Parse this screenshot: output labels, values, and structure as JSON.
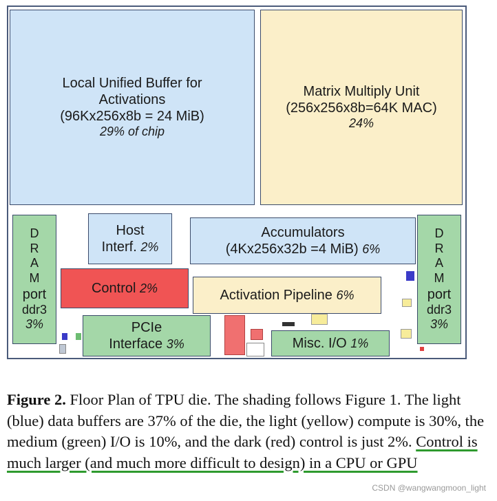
{
  "floorplan": {
    "unified_buffer": {
      "line1": "Local Unified Buffer for",
      "line2": "Activations",
      "line3": "(96Kx256x8b = 24 MiB)",
      "pct": "29% of chip"
    },
    "matrix_unit": {
      "line1": "Matrix Multiply Unit",
      "line2": "(256x256x8b=64K MAC)",
      "pct": "24%"
    },
    "dram_left": {
      "letters": [
        "D",
        "R",
        "A",
        "M"
      ],
      "port": "port",
      "ddr": "ddr3",
      "pct": "3%"
    },
    "dram_right": {
      "letters": [
        "D",
        "R",
        "A",
        "M"
      ],
      "port": "port",
      "ddr": "ddr3",
      "pct": "3%"
    },
    "host": {
      "line1": "Host",
      "line2": "Interf.",
      "pct": "2%"
    },
    "accumulators": {
      "line1": "Accumulators",
      "line2": "(4Kx256x32b =4 MiB)",
      "pct": "6%"
    },
    "control": {
      "label": "Control",
      "pct": "2%"
    },
    "activation": {
      "label": "Activation Pipeline",
      "pct": "6%"
    },
    "pcie": {
      "line1": "PCIe",
      "line2": "Interface",
      "pct": "3%"
    },
    "misc": {
      "label": "Misc. I/O",
      "pct": "1%"
    }
  },
  "caption": {
    "figure_label": "Figure 2.",
    "text_plain": " Floor Plan of TPU die. The shading follows Figure 1. The light (blue) data buffers are 37% of the die, the light (yellow) compute is 30%,  the medium (green) I/O is 10%, and the dark (red) control is just 2%. ",
    "text_underlined": "Control is much larger (and much more difficult to design) in a CPU or GPU"
  },
  "watermark": "CSDN @wangwangmoon_light",
  "colors": {
    "buffer_blue": "#cfe4f7",
    "compute_yellow": "#fbefc9",
    "io_green": "#a4d7a8",
    "control_red": "#f05454",
    "underline_green": "#2e9a2e"
  }
}
